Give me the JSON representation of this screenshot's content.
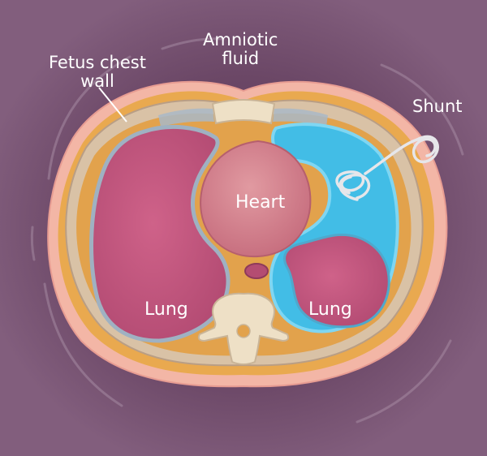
{
  "labels": {
    "amniotic_fluid": "Amniotic\nfluid",
    "fetus_chest_wall": "Fetus chest\nwall",
    "shunt": "Shunt",
    "heart": "Heart",
    "lung_left": "Lung",
    "lung_right": "Lung"
  },
  "colors": {
    "background": "#7b5676",
    "skin": "#f3b6a6",
    "muscle": "#e9a94f",
    "rib_band": "#d9c2a6",
    "lung": "#c75a80",
    "heart": "#d9848f",
    "pleural_fluid": "#42bde6",
    "bone": "#eee0c6",
    "shunt": "#e6e6ea"
  }
}
